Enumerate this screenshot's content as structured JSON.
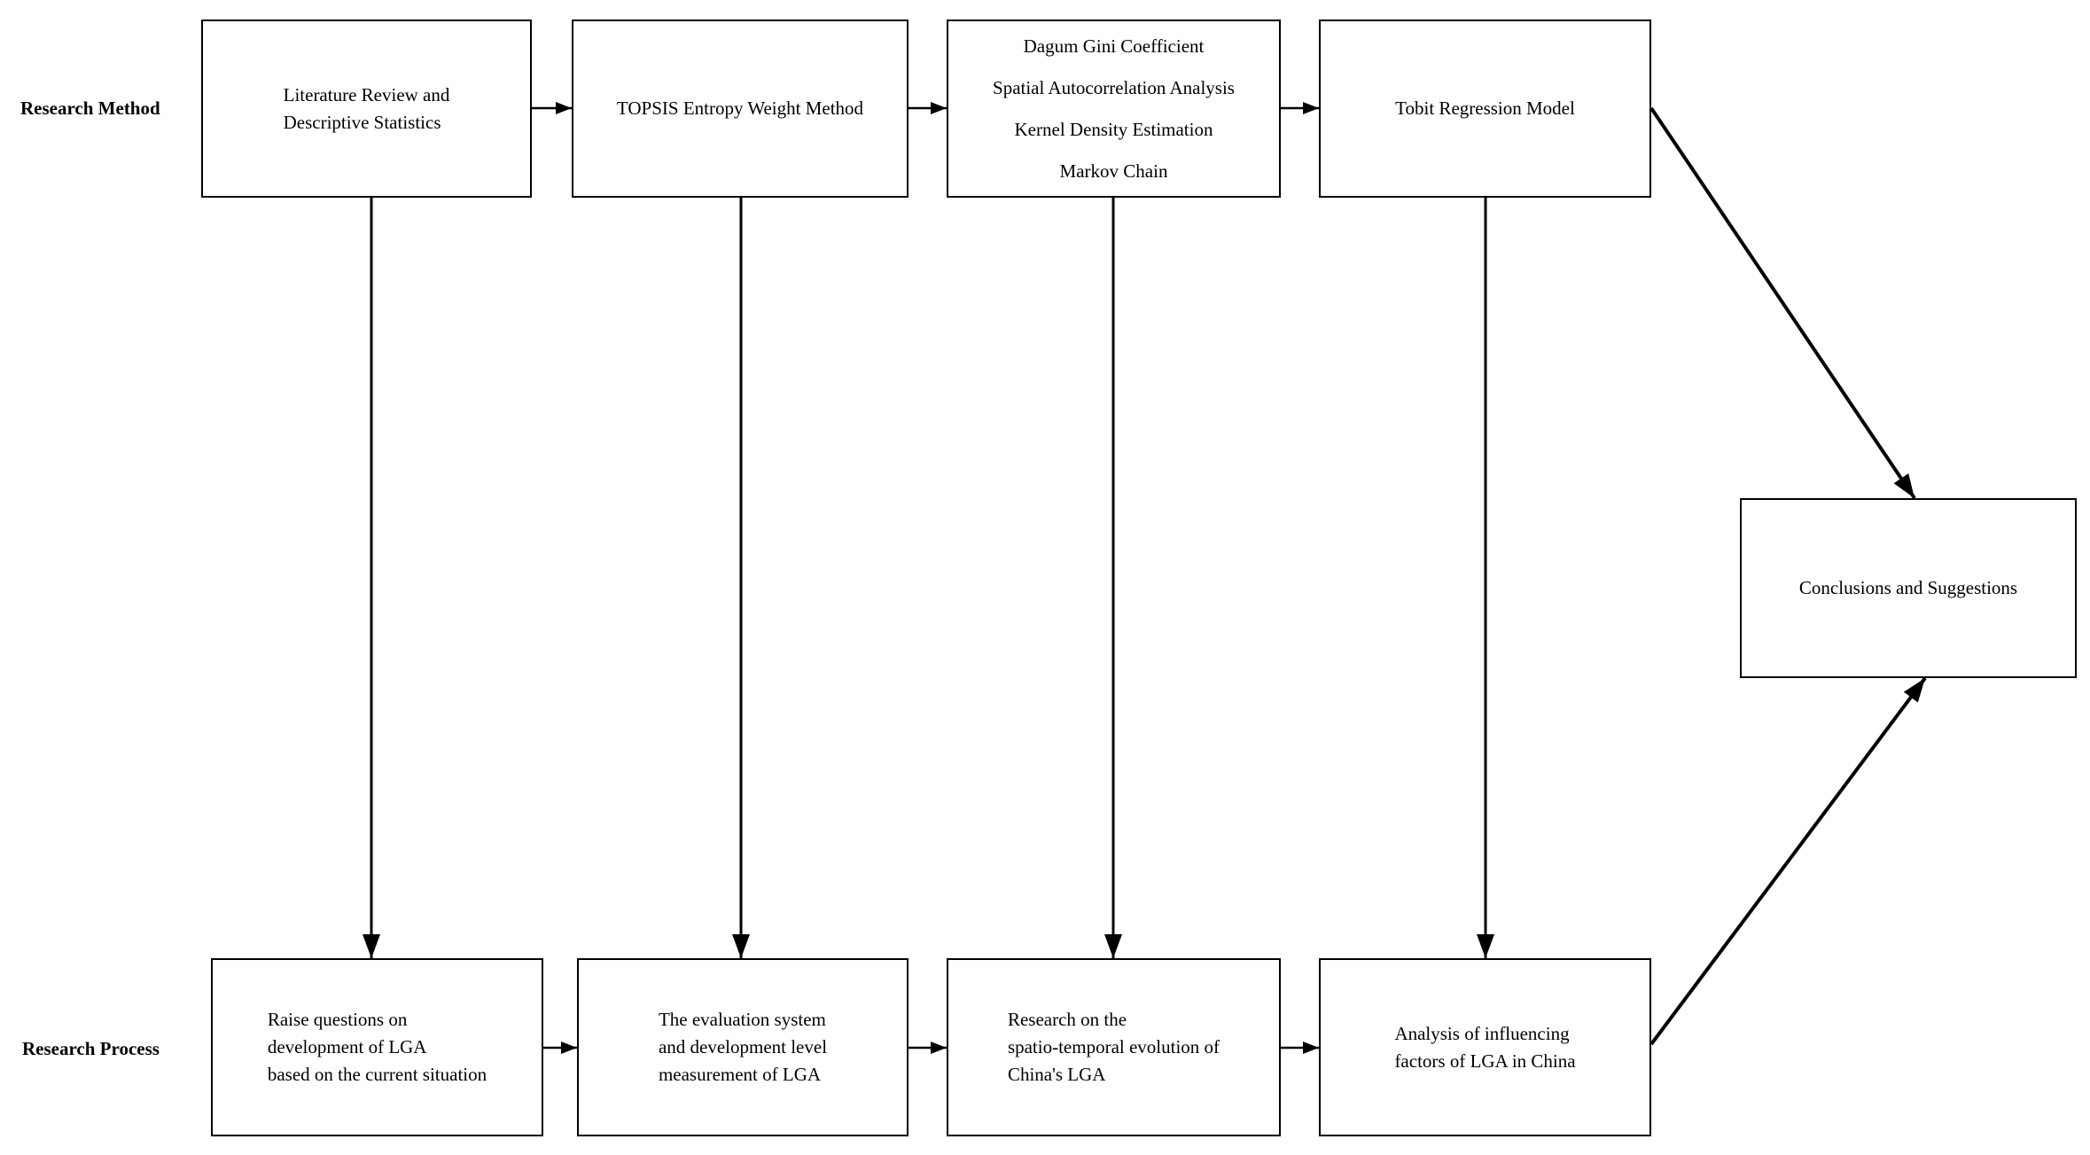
{
  "row_labels": {
    "method": "Research Method",
    "process": "Research Process"
  },
  "method_boxes": [
    {
      "lines": [
        "Literature Review and",
        "Descriptive Statistics"
      ]
    },
    {
      "lines": [
        "TOPSIS Entropy Weight Method"
      ]
    },
    {
      "lines": [
        "Dagum Gini Coefficient",
        "Spatial Autocorrelation Analysis",
        "Kernel Density Estimation",
        "Markov Chain"
      ]
    },
    {
      "lines": [
        "Tobit Regression Model"
      ]
    }
  ],
  "process_boxes": [
    {
      "lines": [
        "Raise questions on",
        "development of LGA",
        "based on the current situation"
      ]
    },
    {
      "lines": [
        "The evaluation system",
        "and development level",
        "measurement of LGA"
      ]
    },
    {
      "lines": [
        "Research on the",
        "spatio-temporal evolution of",
        "China's LGA"
      ]
    },
    {
      "lines": [
        "Analysis of influencing",
        "factors of LGA in China"
      ]
    }
  ],
  "conclusion_box": {
    "lines": [
      "Conclusions and Suggestions"
    ]
  },
  "colors": {
    "ink": "#000000",
    "background": "#ffffff"
  }
}
